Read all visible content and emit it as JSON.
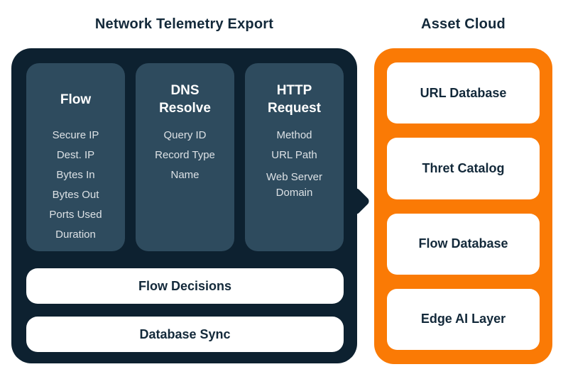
{
  "titles": {
    "telemetry": "Network Telemetry Export",
    "cloud": "Asset Cloud"
  },
  "telemetry_panel": {
    "columns": [
      {
        "heading": "Flow",
        "items": [
          "Secure IP",
          "Dest. IP",
          "Bytes In",
          "Bytes Out",
          "Ports Used",
          "Duration"
        ]
      },
      {
        "heading": "DNS Resolve",
        "items": [
          "Query ID",
          "Record Type",
          "Name"
        ]
      },
      {
        "heading": "HTTP Request",
        "items": [
          "Method",
          "URL Path",
          "Web Server Domain"
        ]
      }
    ],
    "bars": [
      "Flow Decisions",
      "Database Sync"
    ]
  },
  "cloud_panel": {
    "cards": [
      "URL Database",
      "Thret Catalog",
      "Flow Database",
      "Edge AI Layer"
    ]
  },
  "colors": {
    "panel_navy": "#0D2130",
    "card_slate": "#2E4B5E",
    "accent_orange": "#FA7A05",
    "text_dark": "#13293A",
    "text_light": "#DCE1E5",
    "card_white": "#FFFFFF"
  }
}
